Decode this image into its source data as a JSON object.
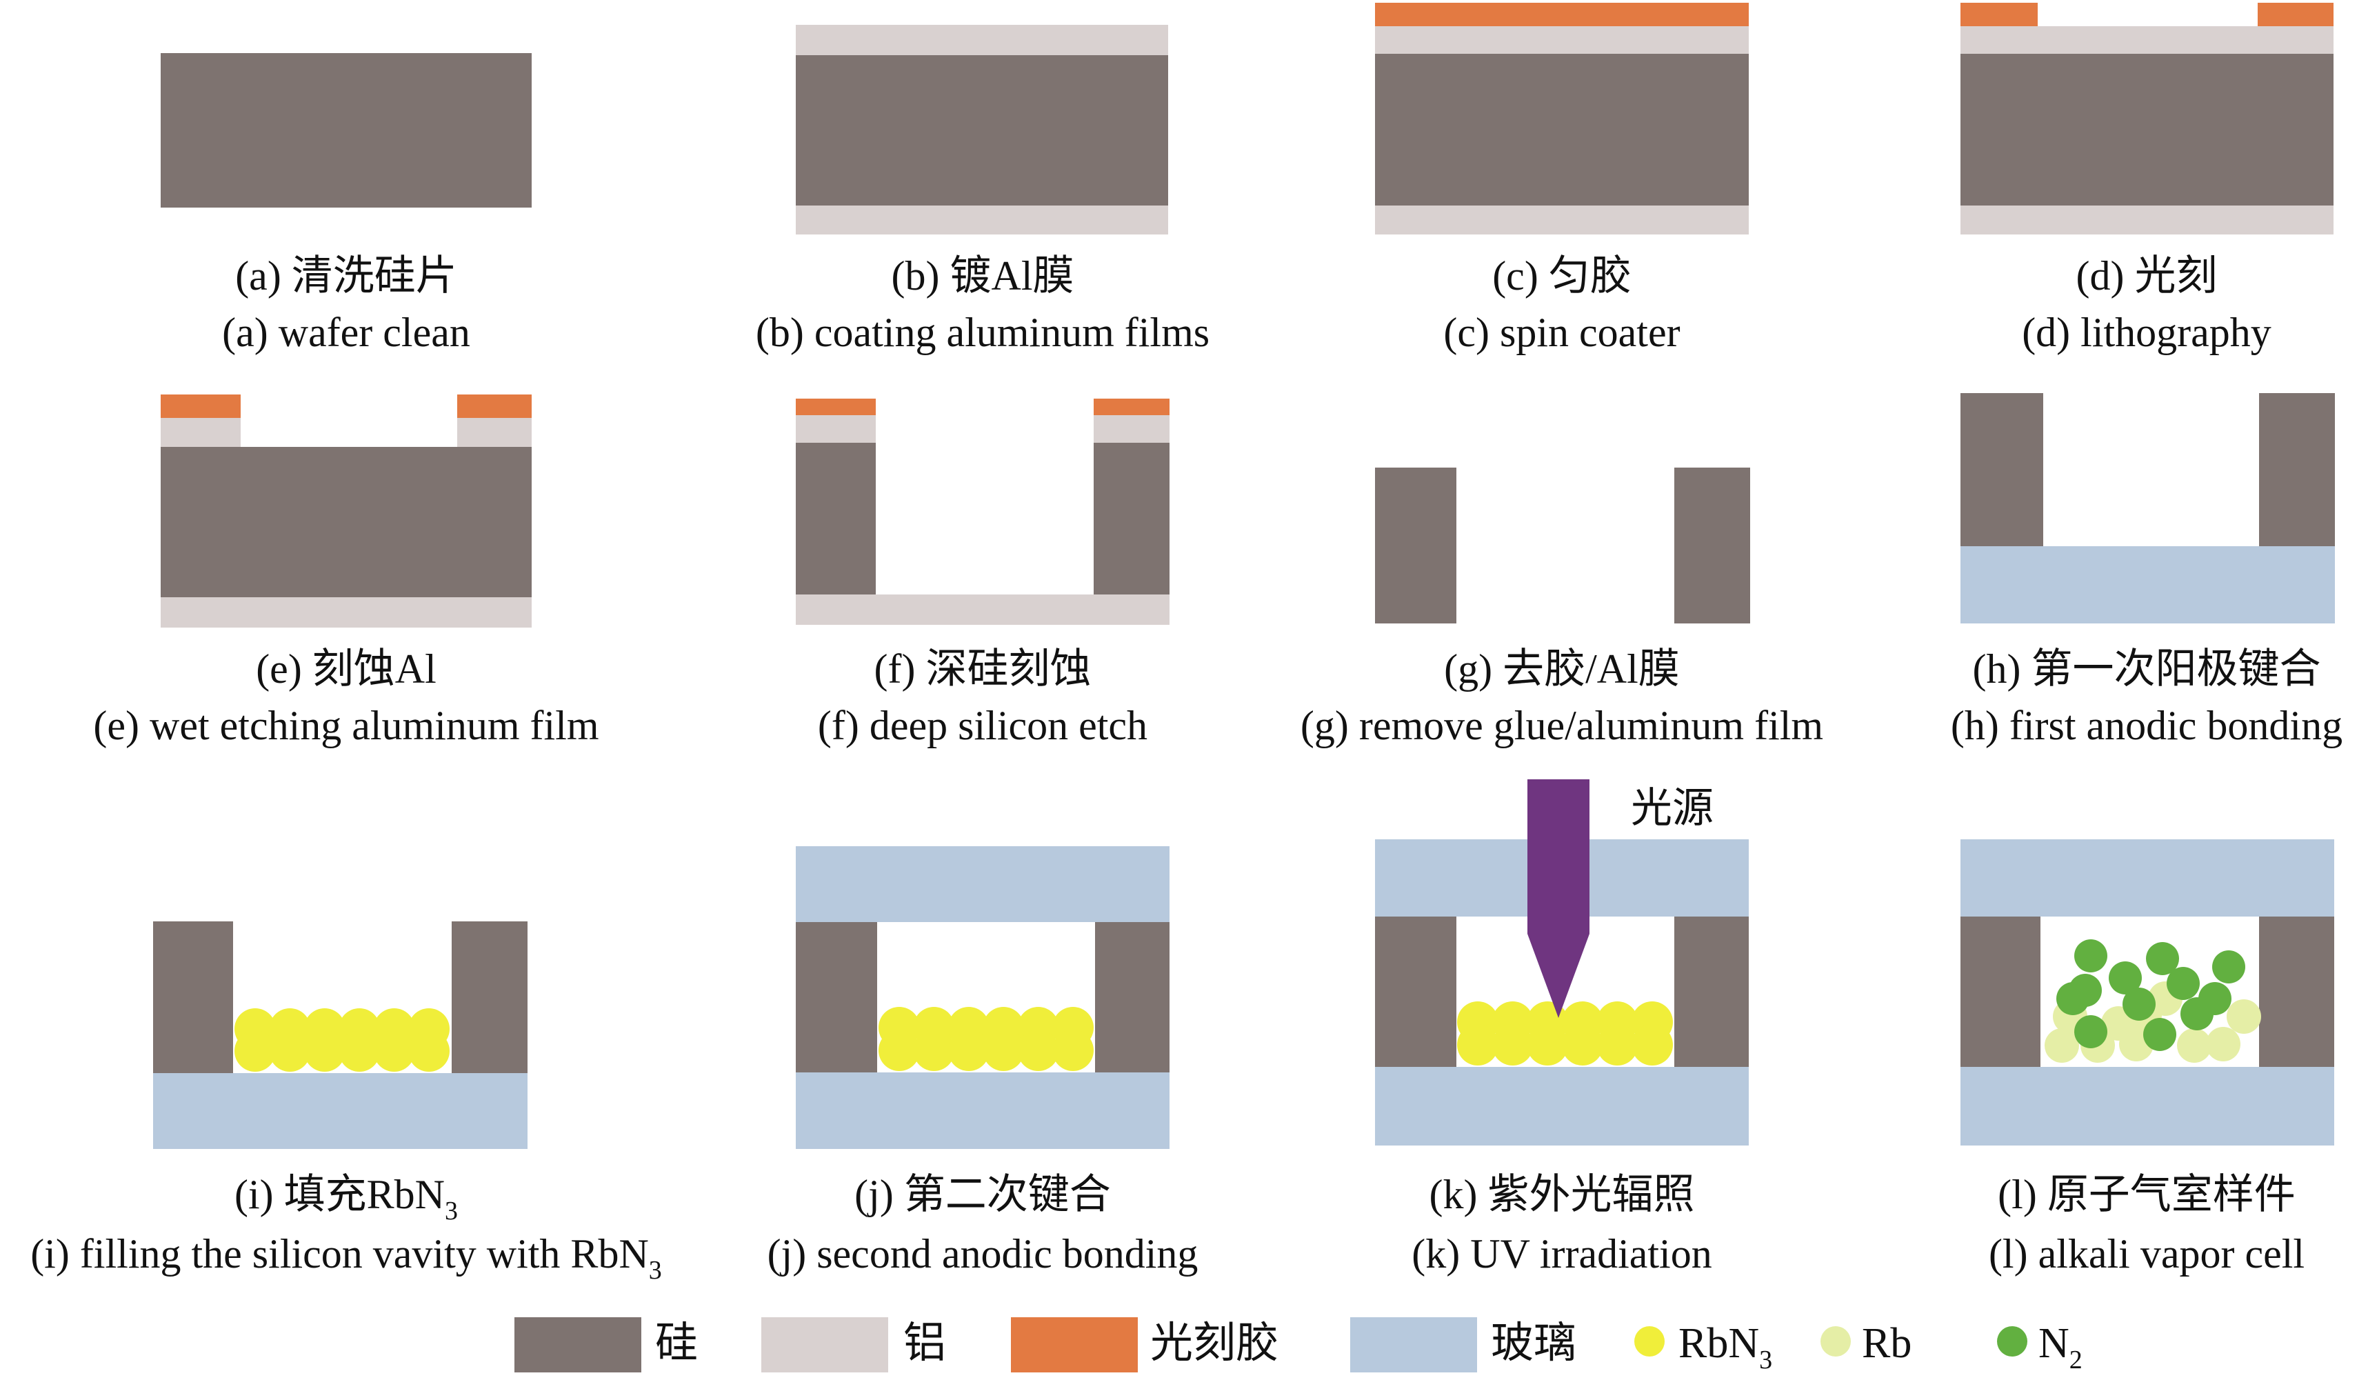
{
  "colors": {
    "silicon": "#7e7370",
    "aluminum": "#d9d1d0",
    "photoresist": "#e37a42",
    "glass": "#b7c9dd",
    "rbn3": "#f0ee3a",
    "rb": "#e5eea6",
    "n2": "#62b040",
    "uv_source": "#6f3580"
  },
  "steps": [
    {
      "letter": "(a)",
      "zh": "清洗硅片",
      "en": "wafer clean"
    },
    {
      "letter": "(b)",
      "zh": "镀Al膜",
      "en": "coating aluminum films"
    },
    {
      "letter": "(c)",
      "zh": "匀胶",
      "en": "spin coater"
    },
    {
      "letter": "(d)",
      "zh": "光刻",
      "en": "lithography"
    },
    {
      "letter": "(e)",
      "zh": "刻蚀Al",
      "en": "wet etching aluminum film"
    },
    {
      "letter": "(f)",
      "zh": "深硅刻蚀",
      "en": "deep silicon etch"
    },
    {
      "letter": "(g)",
      "zh": "去胶/Al膜",
      "en": "remove glue/aluminum film"
    },
    {
      "letter": "(h)",
      "zh": "第一次阳极键合",
      "en": "first anodic bonding"
    },
    {
      "letter": "(i)",
      "zh": "填充RbN",
      "zh_sub": "3",
      "en": "filling the silicon vavity with RbN",
      "en_sub": "3"
    },
    {
      "letter": "(j)",
      "zh": "第二次键合",
      "en": "second anodic bonding"
    },
    {
      "letter": "(k)",
      "zh": "紫外光辐照",
      "en": "UV irradiation"
    },
    {
      "letter": "(l)",
      "zh": "原子气室样件",
      "en": "alkali vapor cell"
    }
  ],
  "light_source_label": "光源",
  "legend": [
    {
      "label": "硅",
      "color_key": "silicon",
      "shape": "rect"
    },
    {
      "label": "铝",
      "color_key": "aluminum",
      "shape": "rect"
    },
    {
      "label": "光刻胶",
      "color_key": "photoresist",
      "shape": "rect"
    },
    {
      "label": "玻璃",
      "color_key": "glass",
      "shape": "rect"
    },
    {
      "label": "RbN",
      "sub": "3",
      "color_key": "rbn3",
      "shape": "dot"
    },
    {
      "label": "Rb",
      "color_key": "rb",
      "shape": "dot"
    },
    {
      "label": "N",
      "sub": "2",
      "color_key": "n2",
      "shape": "dot"
    }
  ]
}
